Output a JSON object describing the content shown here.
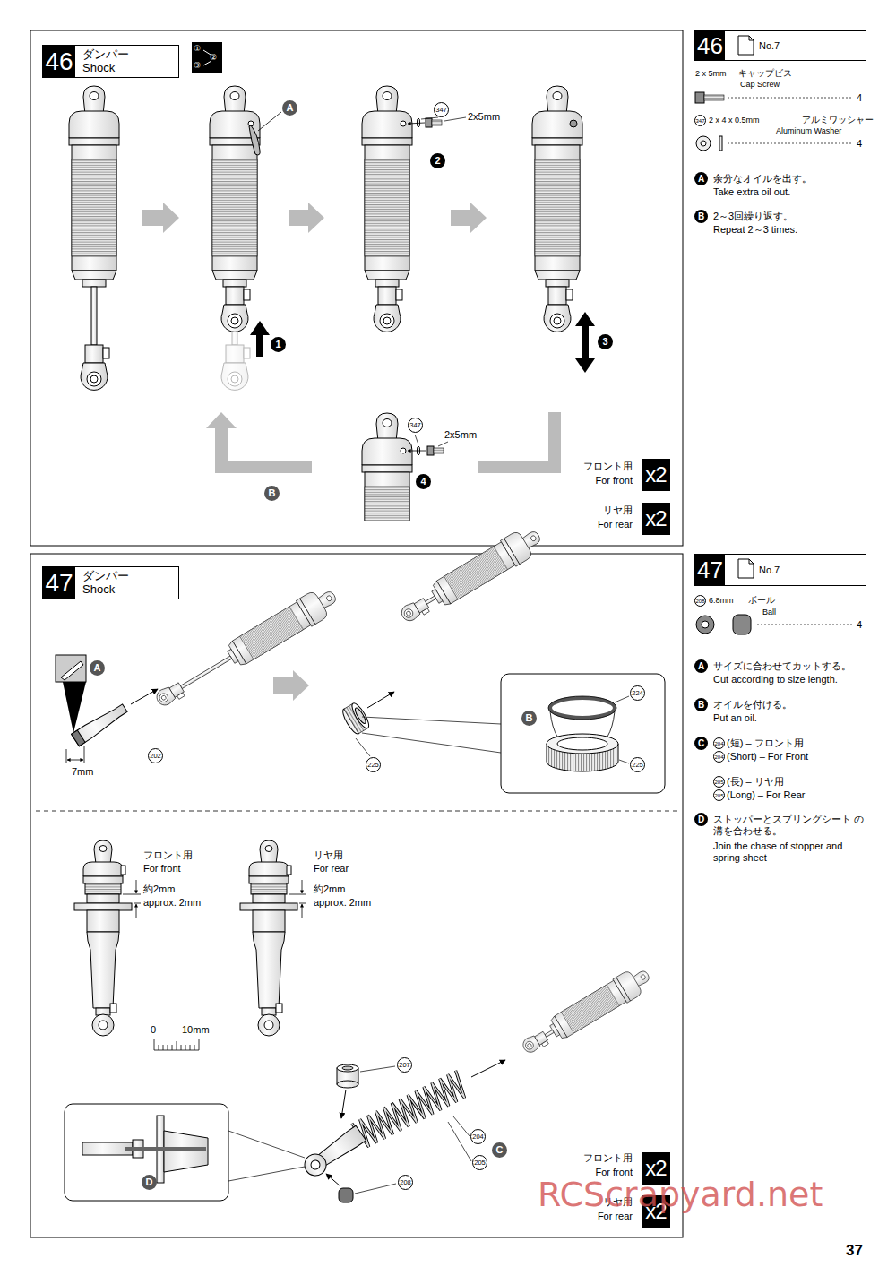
{
  "diagram": {
    "nodes": [
      {
        "text": [
          "46",
          "ダンパー Shock"
        ]
      },
      {
        "text": [
          "46",
          "No.7"
        ]
      },
      {
        "text": [
          "x2"
        ]
      },
      {
        "text": [
          "x2"
        ]
      },
      {
        "text": [
          "47",
          "ダンパー Shock"
        ]
      },
      {
        "text": [
          "47",
          "No.7"
        ]
      },
      {
        "text": [
          "x2"
        ]
      },
      {
        "text": [
          "x2"
        ]
      }
    ],
    "labels": [
      "①",
      "②",
      "③",
      "A",
      "347",
      "2x5mm",
      "2",
      "1",
      "3",
      "347",
      "2x5mm",
      "4",
      "B",
      "フロント用",
      "For front",
      "リヤ用",
      "For rear",
      "2 x 5mm",
      "キャップビス",
      "Cap Screw",
      "4",
      "347",
      "2 x 4 x 0.5mm",
      "アルミワッシャー",
      "Aluminum Washer",
      "4",
      "A",
      "余分なオイルを出す。",
      "Take extra oil out.",
      "B",
      "2～3回繰り返す。",
      "Repeat 2～3 times.",
      "A",
      "202",
      "7mm",
      "225",
      "224",
      "B",
      "225",
      "フロント用",
      "For front",
      "約2mm",
      "approx. 2mm",
      "リヤ用",
      "For rear",
      "約2mm",
      "approx. 2mm",
      "0",
      "10mm",
      "207",
      "204",
      "205",
      "C",
      "208",
      "D",
      "フロント用",
      "For front",
      "リヤ用",
      "For rear",
      "208",
      "6.8mm",
      "ボール",
      "Ball",
      "4",
      "A",
      "サイズに合わせてカットする。",
      "Cut according to size length.",
      "B",
      "オイルを付ける。",
      "Put an oil.",
      "C",
      "204",
      "(短) – フロント用",
      "204",
      "(Short) – For Front",
      "205",
      "(長) – リヤ用",
      "205",
      "(Long) – For Rear",
      "D",
      "ストッパーとスプリングシート の溝を合わせる。",
      "Join the chase of stopper and spring sheet",
      "37",
      "RCScrapyard.net"
    ]
  }
}
